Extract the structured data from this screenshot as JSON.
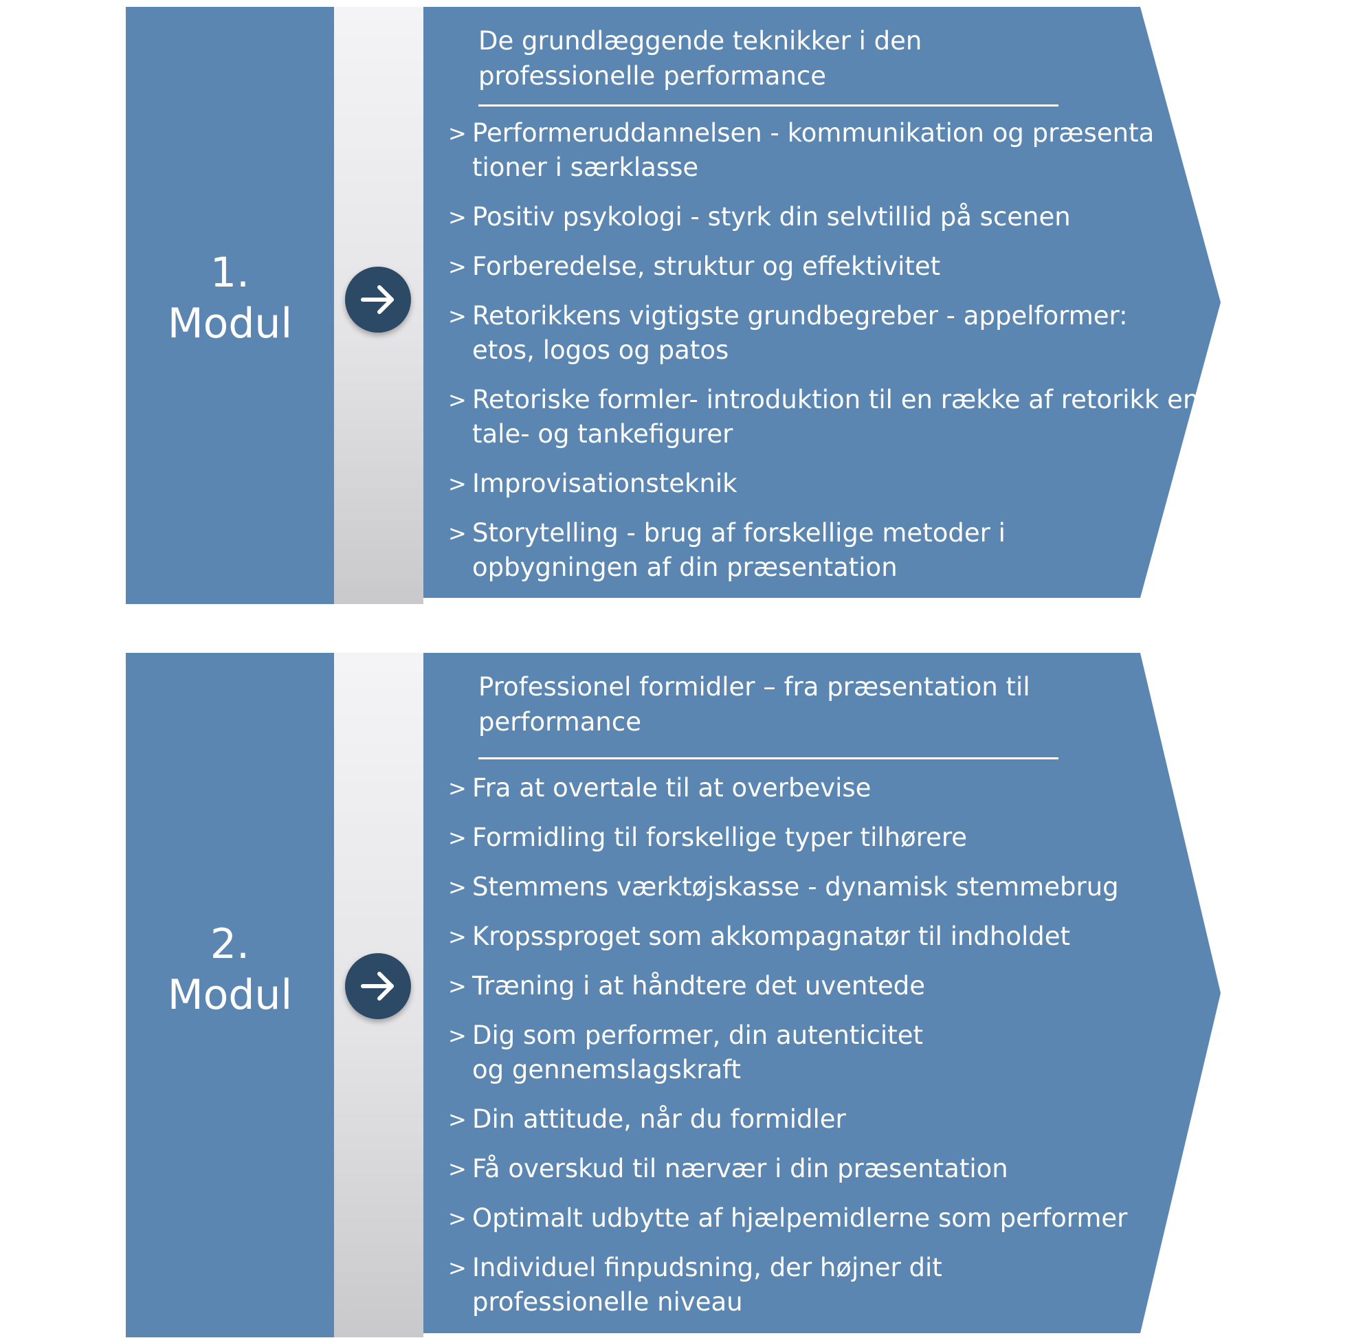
{
  "colors": {
    "panel_blue": "#5a86b1",
    "arrow_circle": "#2c4a66",
    "divider_light": "#f4f4f6",
    "divider_dark": "#c9c9cb",
    "text": "#ffffff"
  },
  "modules": [
    {
      "number": "1.",
      "label": "Modul",
      "icon": "arrow-right-icon",
      "title": "De grundlæggende teknikker i den professionelle performance",
      "bullet_glyph": ">",
      "items": [
        "Performeruddannelsen - kommunikation og præsenta tioner i særklasse",
        "Positiv psykologi - styrk din selvtillid på scenen",
        "Forberedelse, struktur og effektivitet",
        "Retorikkens vigtigste grundbegreber - appelformer: etos, logos og patos",
        "Retoriske formler- introduktion til en række af retorikk ens tale- og tankefigurer",
        "Improvisationsteknik",
        "Storytelling - brug af forskellige metoder i opbygningen af din præsentation"
      ]
    },
    {
      "number": "2.",
      "label": "Modul",
      "icon": "arrow-right-icon",
      "title": "Professionel formidler – fra præsentation til performance",
      "bullet_glyph": ">",
      "items": [
        "Fra at overtale til at overbevise",
        "Formidling til forskellige typer tilhørere",
        "Stemmens værktøjskasse - dynamisk stemmebrug",
        "Kropssproget som akkompagnatør til indholdet",
        "Træning i at håndtere det uventede",
        "Dig som performer, din autenticitet og gennemslagskraft",
        "Din attitude, når du formidler",
        "Få overskud til nærvær i din præsentation",
        "Optimalt udbytte af hjælpemidlerne som performer",
        "Individuel finpudsning, der højner dit professionelle niveau"
      ]
    }
  ]
}
